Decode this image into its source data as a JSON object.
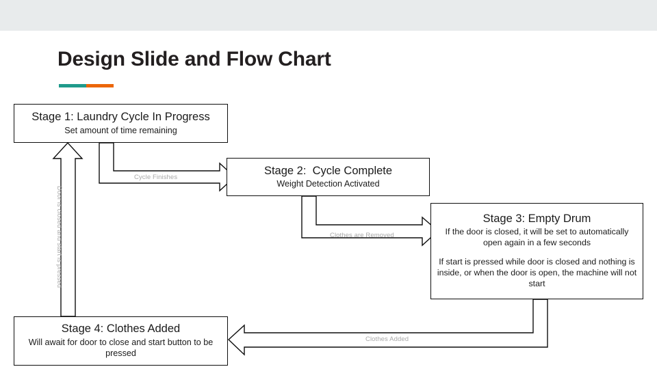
{
  "slide": {
    "title": "Design Slide and Flow Chart",
    "accent": {
      "left_color": "#1f9a8b",
      "right_color": "#ec6608"
    },
    "header_band_color": "#e8ebec",
    "background_color": "#ffffff"
  },
  "flowchart": {
    "line_color": "#0d0d0d",
    "label_color": "#a8a8a8",
    "nodes": [
      {
        "id": "stage1",
        "title": "Stage 1: Laundry Cycle In Progress",
        "sub": "Set amount of time remaining"
      },
      {
        "id": "stage2",
        "title": "Stage 2:  Cycle Complete",
        "sub": "Weight Detection Activated"
      },
      {
        "id": "stage3",
        "title": "Stage 3: Empty Drum",
        "sub": "If the door is closed, it will be set to automatically open again in a few seconds",
        "sub2": "If start is pressed while door is closed and nothing is inside, or when the door is open, the machine will not start"
      },
      {
        "id": "stage4",
        "title": "Stage 4: Clothes Added",
        "sub": "Will await for door to close and start button to be pressed"
      }
    ],
    "edges": [
      {
        "id": "edge-cycle-finishes",
        "label": "Cycle Finishes",
        "from": "stage1",
        "to": "stage2"
      },
      {
        "id": "edge-clothes-removed",
        "label": "Clothes are Removed",
        "from": "stage2",
        "to": "stage3"
      },
      {
        "id": "edge-clothes-added",
        "label": "Clothes Added",
        "from": "stage3",
        "to": "stage4"
      },
      {
        "id": "edge-door-closed",
        "label": "Door is closed and start is pressed",
        "from": "stage4",
        "to": "stage1"
      }
    ]
  }
}
